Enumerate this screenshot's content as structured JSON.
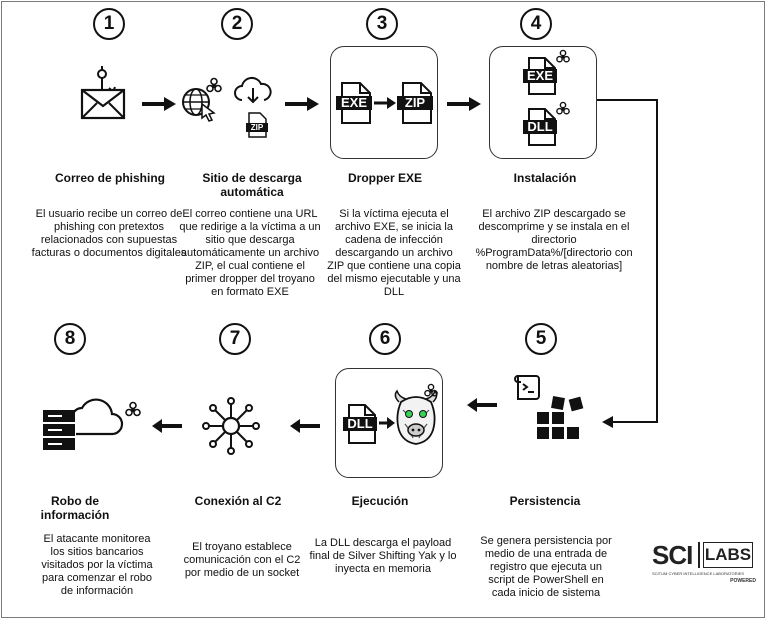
{
  "steps": [
    {
      "num": "1",
      "title": "Correo de phishing",
      "desc": "El usuario recibe un correo de phishing con pretextos relacionados con supuestas facturas o documentos digitales"
    },
    {
      "num": "2",
      "title": "Sitio de descarga automática",
      "desc": "El correo contiene una URL que redirige a la víctima a un sitio que descarga automáticamente un archivo ZIP, el cual contiene el primer dropper del troyano en formato EXE"
    },
    {
      "num": "3",
      "title": "Dropper EXE",
      "desc": "Si la víctima ejecuta el archivo EXE, se inicia la cadena de infección descargando un archivo ZIP que contiene una copia del mismo ejecutable y una DLL"
    },
    {
      "num": "4",
      "title": "Instalación",
      "desc": "El archivo ZIP descargado se descomprime y se instala en el directorio %ProgramData%/[directorio con nombre de letras aleatorias]"
    },
    {
      "num": "5",
      "title": "Persistencia",
      "desc": "Se genera persistencia por medio de una entrada de registro que ejecuta un script de PowerShell en cada inicio de sistema"
    },
    {
      "num": "6",
      "title": "Ejecución",
      "desc": "La DLL descarga el payload final de Silver Shifting Yak y lo inyecta en memoria"
    },
    {
      "num": "7",
      "title": "Conexión al C2",
      "desc": "El troyano establece comunicación con el C2 por medio de un socket"
    },
    {
      "num": "8",
      "title": "Robo de información",
      "desc": "El atacante monitorea los sitios bancarios visitados por la víctima para comenzar el robo de información"
    }
  ],
  "file_labels": {
    "exe": "EXE",
    "zip": "ZIP",
    "dll": "DLL"
  },
  "logo": {
    "left": "SCI",
    "right": "LABS",
    "sub": "SCITUM CYBER INTELLIGENCE LABORATORIES",
    "powered": "POWERED"
  },
  "colors": {
    "ink": "#111111",
    "yak_eye": "#39d353"
  }
}
